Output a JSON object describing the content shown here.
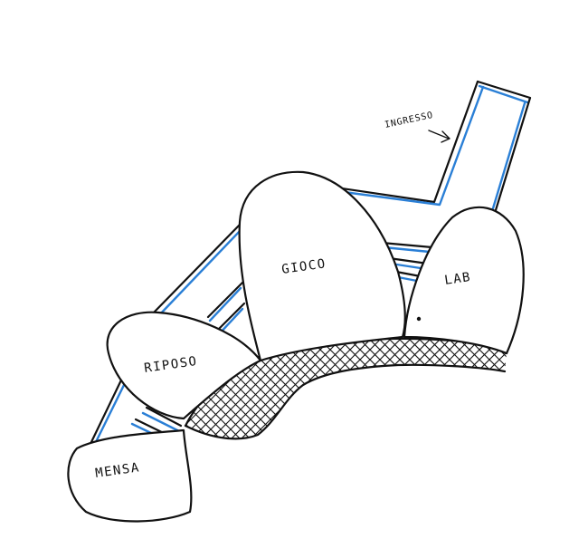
{
  "labels": {
    "entrance": "INGRESSO",
    "play": "GIOCO",
    "lab": "LAB",
    "rest": "RIPOSO",
    "canteen": "MENSA"
  },
  "colors": {
    "ink": "#111111",
    "accent": "#2a7fd6",
    "paper": "#ffffff"
  },
  "icons": {
    "entrance_arrow": "arrow-right-icon"
  }
}
